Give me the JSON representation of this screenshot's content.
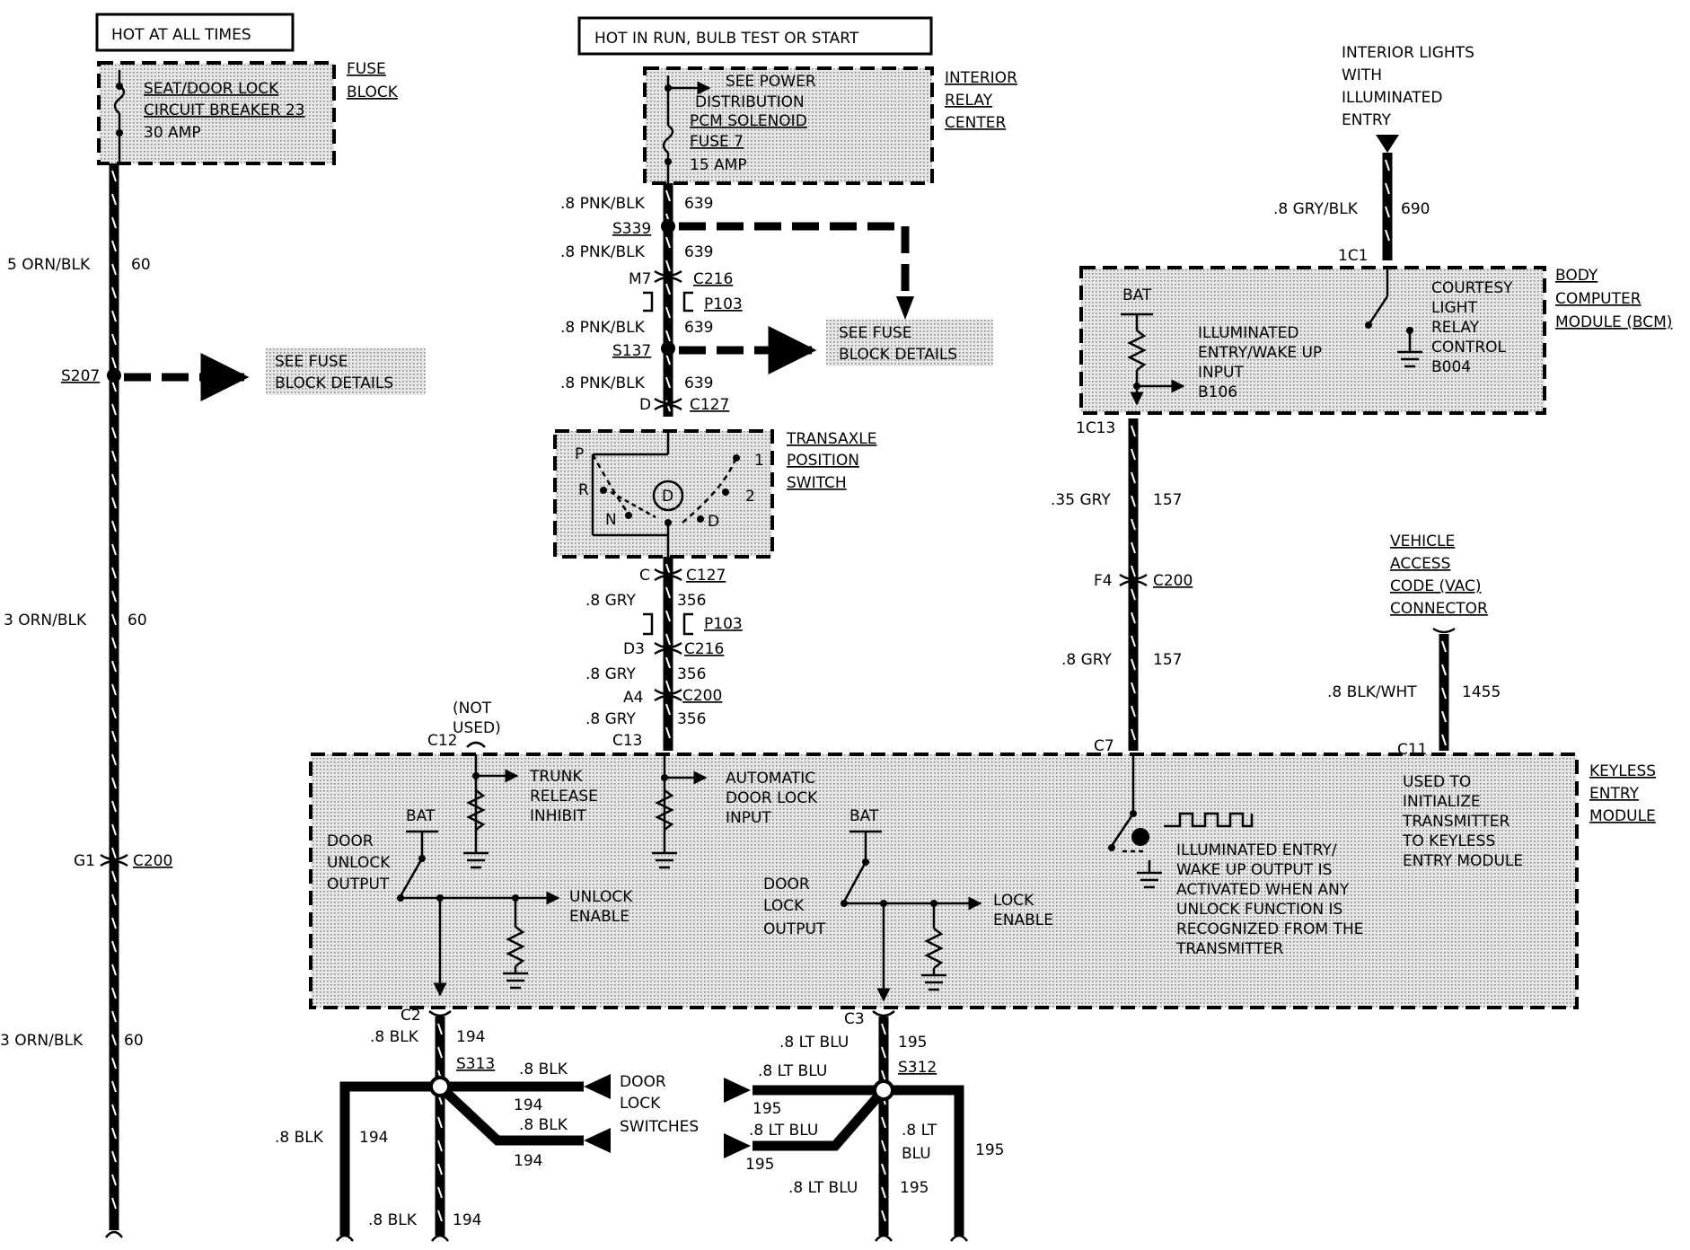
{
  "headers": {
    "hot_at_all_times": "HOT AT ALL TIMES",
    "hot_in_run": "HOT IN RUN, BULB TEST OR START"
  },
  "fuse_block": {
    "label": [
      "FUSE",
      "BLOCK"
    ],
    "breaker": [
      "SEAT/DOOR LOCK",
      "CIRCUIT BREAKER 23",
      "30 AMP"
    ]
  },
  "interior_relay_center": {
    "label": [
      "INTERIOR",
      "RELAY",
      "CENTER"
    ],
    "fuse": [
      "SEE POWER",
      "DISTRIBUTION",
      "PCM SOLENOID",
      "FUSE 7",
      "15 AMP"
    ]
  },
  "interior_lights": [
    "INTERIOR LIGHTS",
    "WITH",
    "ILLUMINATED",
    "ENTRY"
  ],
  "bcm": {
    "label": [
      "BODY",
      "COMPUTER",
      "MODULE (BCM)"
    ],
    "bat": "BAT",
    "input": [
      "ILLUMINATED",
      "ENTRY/WAKE UP",
      "INPUT",
      "B106"
    ],
    "relay": [
      "COURTESY",
      "LIGHT",
      "RELAY",
      "CONTROL",
      "B004"
    ],
    "conn_top": "1C1",
    "conn_bottom": "1C13"
  },
  "tps": {
    "label": [
      "TRANSAXLE",
      "POSITION",
      "SWITCH"
    ],
    "pos": [
      "P",
      "R",
      "N",
      "D",
      "1",
      "2",
      "D"
    ]
  },
  "vac": [
    "VEHICLE",
    "ACCESS",
    "CODE (VAC)",
    "CONNECTOR"
  ],
  "kem": {
    "label": [
      "KEYLESS",
      "ENTRY",
      "MODULE"
    ],
    "trunk": [
      "TRUNK",
      "RELEASE",
      "INHIBIT"
    ],
    "not_used": [
      "(NOT",
      "USED)"
    ],
    "auto_lock": [
      "AUTOMATIC",
      "DOOR LOCK",
      "INPUT"
    ],
    "door_unlock": [
      "DOOR",
      "UNLOCK",
      "OUTPUT"
    ],
    "unlock_enable": [
      "UNLOCK",
      "ENABLE"
    ],
    "door_lock": [
      "DOOR",
      "LOCK",
      "OUTPUT"
    ],
    "lock_enable": [
      "LOCK",
      "ENABLE"
    ],
    "bat": "BAT",
    "illum": [
      "ILLUMINATED ENTRY/",
      "WAKE UP OUTPUT IS",
      "ACTIVATED WHEN ANY",
      "UNLOCK FUNCTION IS",
      "RECOGNIZED FROM THE",
      "TRANSMITTER"
    ],
    "init": [
      "USED TO",
      "INITIALIZE",
      "TRANSMITTER",
      "TO KEYLESS",
      "ENTRY MODULE"
    ],
    "c12": "C12",
    "c13": "C13",
    "c7": "C7",
    "c11": "C11",
    "c2": "C2",
    "c3": "C3"
  },
  "fuse_details": [
    "SEE FUSE",
    "BLOCK DETAILS"
  ],
  "door_lock_switches": [
    "DOOR",
    "LOCK",
    "SWITCHES"
  ],
  "wires": {
    "left_top": [
      "5 ORN/BLK",
      "60"
    ],
    "left_mid": [
      "3 ORN/BLK",
      "60"
    ],
    "left_bot": [
      "3 ORN/BLK",
      "60"
    ],
    "pnk1": [
      ".8 PNK/BLK",
      "639"
    ],
    "pnk2": [
      ".8 PNK/BLK",
      "639"
    ],
    "pnk3": [
      ".8 PNK/BLK",
      "639"
    ],
    "pnk4": [
      ".8 PNK/BLK",
      "639"
    ],
    "gry1": [
      ".8 GRY",
      "356"
    ],
    "gry2": [
      ".8 GRY",
      "356"
    ],
    "gry3": [
      ".8 GRY",
      "356"
    ],
    "gryblk": [
      ".8 GRY/BLK",
      "690"
    ],
    "gry157a": [
      ".35 GRY",
      "157"
    ],
    "gry157b": [
      ".8 GRY",
      "157"
    ],
    "blkwht": [
      ".8 BLK/WHT",
      "1455"
    ],
    "blk_c2": [
      ".8 BLK",
      "194"
    ],
    "blk_r1": [
      ".8 BLK",
      "194"
    ],
    "blk_r2": [
      ".8 BLK",
      "194"
    ],
    "blk_left": [
      ".8 BLK",
      "194"
    ],
    "blk_bot": [
      ".8 BLK",
      "194"
    ],
    "ltblu_c3": [
      ".8 LT BLU",
      "195"
    ],
    "ltblu_l1": [
      ".8 LT BLU",
      "195"
    ],
    "ltblu_l2": [
      ".8 LT BLU",
      "195"
    ],
    "ltblu_right": [
      ".8 LT",
      "BLU",
      "195"
    ],
    "ltblu_bot": [
      ".8 LT BLU",
      "195"
    ]
  },
  "connectors": {
    "s207": "S207",
    "g1": "G1",
    "c200": "C200",
    "s339": "S339",
    "m7": "M7",
    "c216": "C216",
    "p103": "P103",
    "s137": "S137",
    "d": "D",
    "c127": "C127",
    "c": "C",
    "d3": "D3",
    "a4": "A4",
    "f4": "F4",
    "s313": "S313",
    "s312": "S312"
  }
}
